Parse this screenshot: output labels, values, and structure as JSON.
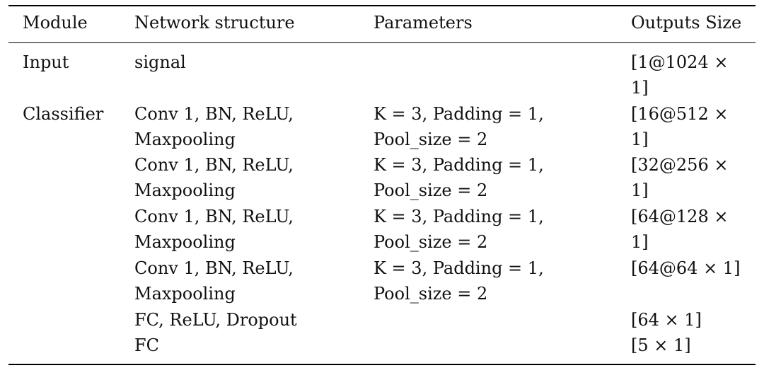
{
  "table": {
    "headers": {
      "module": "Module",
      "network": "Network structure",
      "params": "Parameters",
      "outputs": "Outputs Size"
    },
    "rows": [
      {
        "module": "Input",
        "network": [
          "signal"
        ],
        "params": [],
        "outputs": [
          "[1@1024 ×",
          "1]"
        ]
      },
      {
        "module": "Classifier",
        "network": [
          "Conv 1, BN, ReLU,",
          "Maxpooling"
        ],
        "params": [
          "K = 3, Padding = 1,",
          "Pool_size = 2"
        ],
        "outputs": [
          "[16@512 ×",
          "1]"
        ]
      },
      {
        "module": "",
        "network": [
          "Conv 1, BN, ReLU,",
          "Maxpooling"
        ],
        "params": [
          "K = 3, Padding = 1,",
          "Pool_size = 2"
        ],
        "outputs": [
          "[32@256 ×",
          "1]"
        ]
      },
      {
        "module": "",
        "network": [
          "Conv 1, BN, ReLU,",
          "Maxpooling"
        ],
        "params": [
          "K = 3, Padding = 1,",
          "Pool_size = 2"
        ],
        "outputs": [
          "[64@128 ×",
          "1]"
        ]
      },
      {
        "module": "",
        "network": [
          "Conv 1, BN, ReLU,",
          "Maxpooling"
        ],
        "params": [
          "K = 3, Padding = 1,",
          "Pool_size = 2"
        ],
        "outputs": [
          "[64@64 × 1]"
        ]
      },
      {
        "module": "",
        "network": [
          "FC, ReLU, Dropout"
        ],
        "params": [],
        "outputs": [
          "[64 × 1]"
        ]
      },
      {
        "module": "",
        "network": [
          "FC"
        ],
        "params": [],
        "outputs": [
          "[5 × 1]"
        ]
      }
    ]
  }
}
